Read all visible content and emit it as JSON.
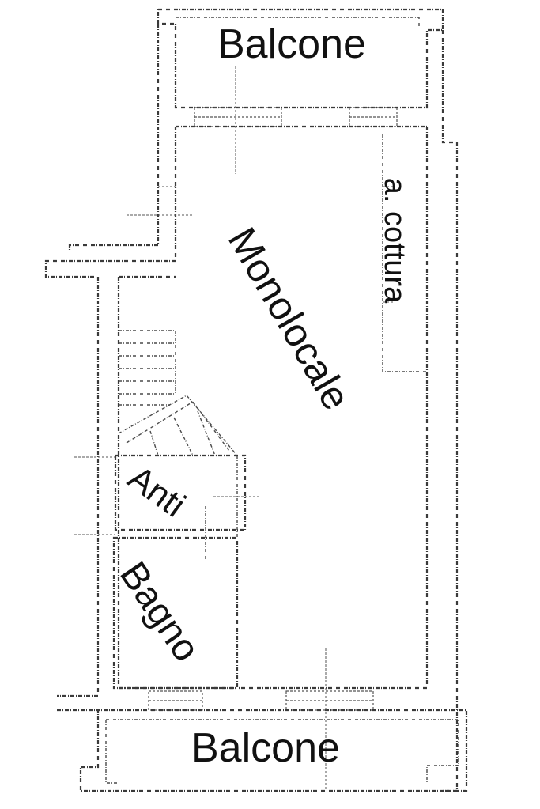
{
  "rooms": {
    "balcone_top": "Balcone",
    "monolocale": "Monolocale",
    "cottura": "a. cottura",
    "anti": "Anti",
    "bagno": "Bagno",
    "balcone_bottom": "Balcone"
  }
}
